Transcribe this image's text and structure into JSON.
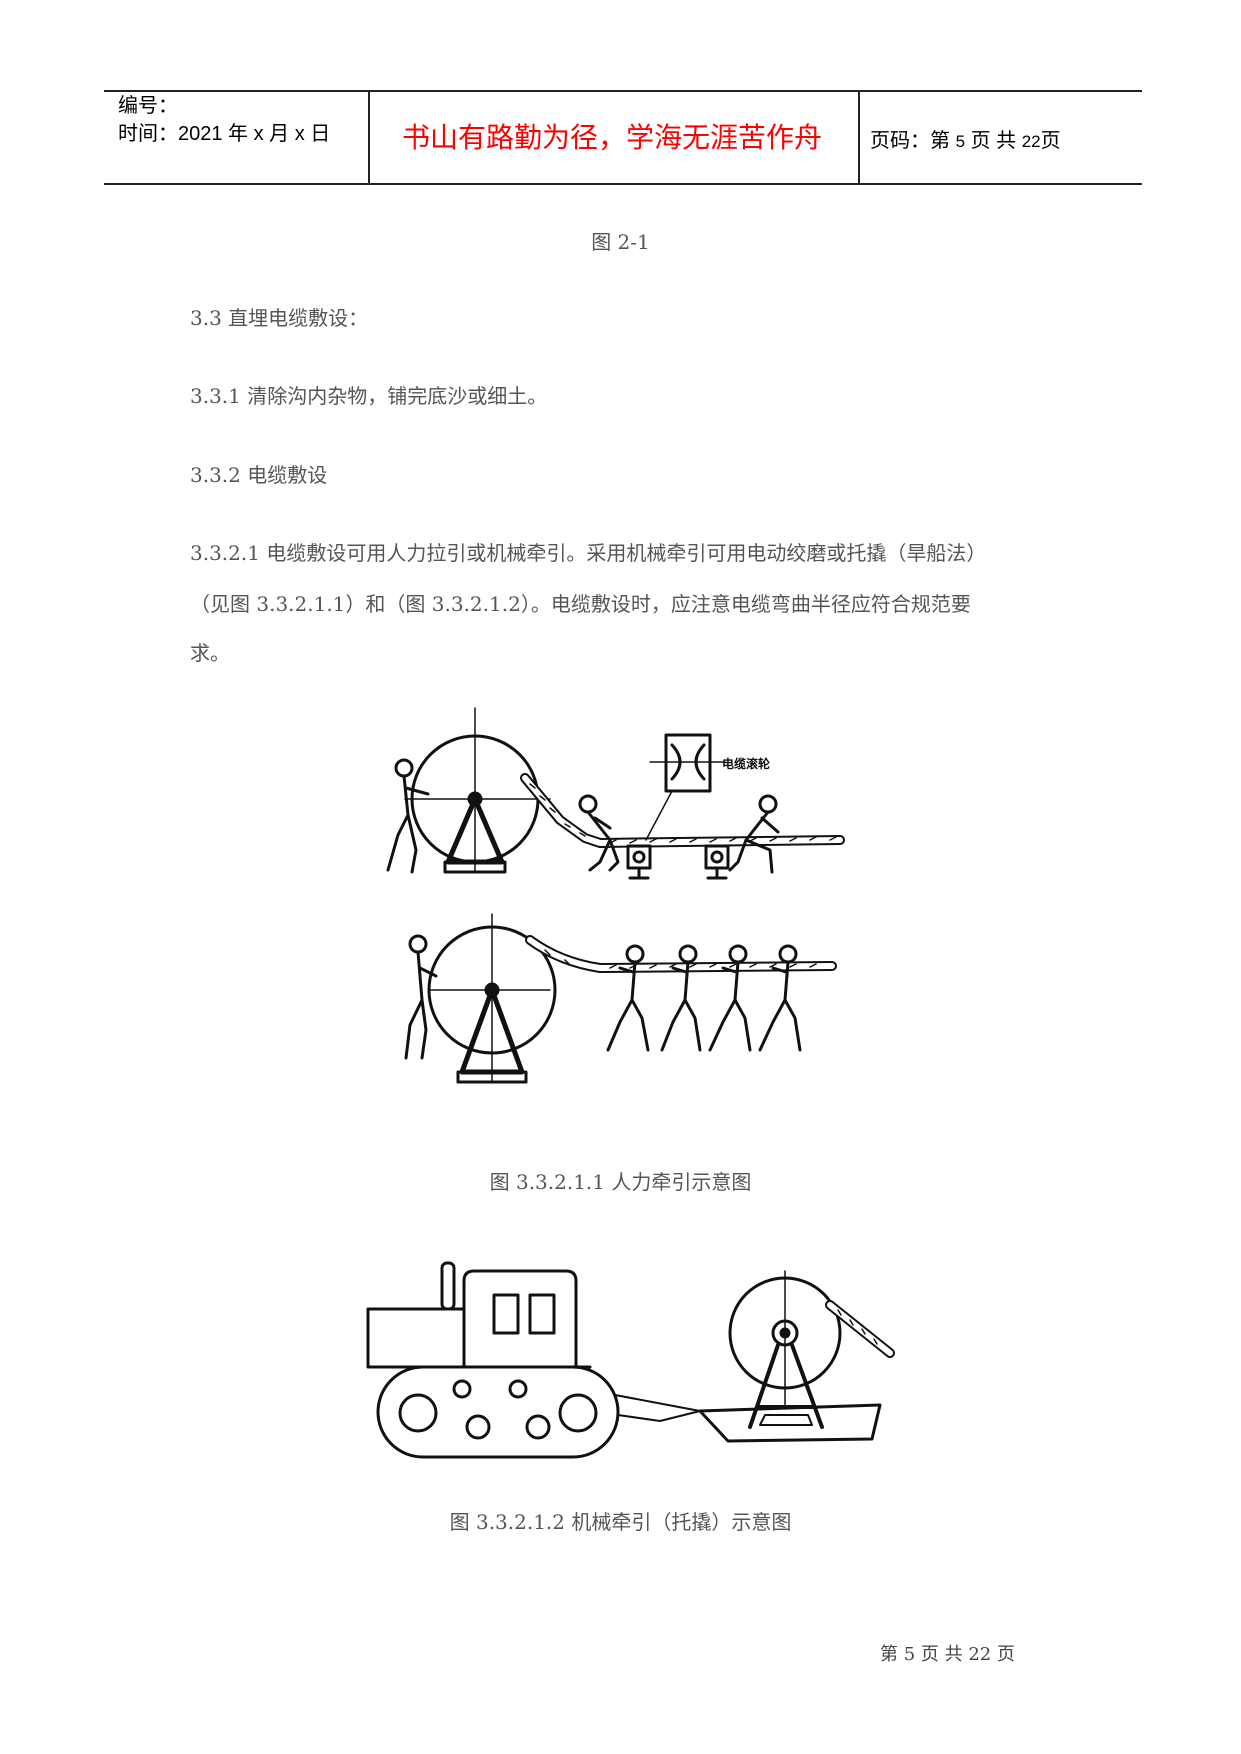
{
  "header": {
    "number_label": "编号：",
    "time_label": "时间：2021 年 x 月 x 日",
    "motto": "书山有路勤为径，学海无涯苦作舟",
    "page_prefix": "页码：第",
    "page_num": "5",
    "page_mid": "页  共",
    "page_total": "22",
    "page_suffix": "页"
  },
  "body": {
    "fig_prev_caption": "图 2-1",
    "s33": "3.3 直埋电缆敷设：",
    "s331": "3.3.1 清除沟内杂物，铺完底沙或细土。",
    "s332": "3.3.2 电缆敷设",
    "s3321_line1": "3.3.2.1 电缆敷设可用人力拉引或机械牵引。采用机械牵引可用电动绞磨或托撬（旱船法）",
    "s3321_line2": "（见图 3.3.2.1.1）和（图 3.3.2.1.2）。电缆敷设时，应注意电缆弯曲半径应符合规范要",
    "s3321_line3": "求。"
  },
  "figure1": {
    "roller_label": "电缆滚轮",
    "caption": "图 3.3.2.1.1 人力牵引示意图"
  },
  "figure2": {
    "caption": "图 3.3.2.1.2 机械牵引（托撬）示意图"
  },
  "footer": {
    "text": "第 5 页 共 22 页"
  }
}
